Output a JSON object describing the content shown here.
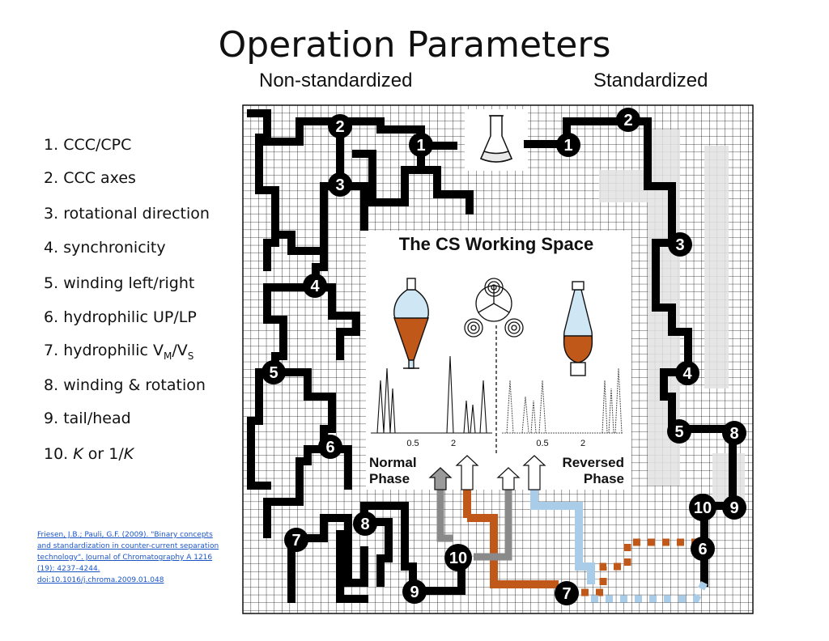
{
  "title": "Operation Parameters",
  "columns": {
    "left": "Non-standardized",
    "right": "Standardized"
  },
  "parameters": [
    {
      "num": "1.",
      "text": "CCC/CPC"
    },
    {
      "num": "2.",
      "text": "CCC axes"
    },
    {
      "num": "3.",
      "text": "rotational direction"
    },
    {
      "num": "4.",
      "text": "synchronicity"
    },
    {
      "num": "5.",
      "text": "winding left/right"
    },
    {
      "num": "6.",
      "text": "hydrophilic UP/LP"
    },
    {
      "num": "7.",
      "text": "hydrophilic V",
      "sub1": "M",
      "mid": "/V",
      "sub2": "S"
    },
    {
      "num": "8.",
      "text": "winding & rotation"
    },
    {
      "num": "9.",
      "text": "tail/head"
    },
    {
      "num": "10.",
      "k": "K",
      "or": "or 1/",
      "k2": "K"
    }
  ],
  "citation": "Friesen, J.B.; Pauli, G.F. (2009). \"Binary concepts and standardization in counter-current separation technology\". Journal of Chromatography A 1216 (19): 4237–4244. doi:10.1016/j.chroma.2009.01.048",
  "center_box": {
    "title": "The CS Working Space",
    "normal_phase": [
      "Normal",
      "Phase"
    ],
    "reversed_phase": [
      "Reversed",
      "Phase"
    ],
    "tick_labels_left": [
      "0.5",
      "2"
    ],
    "tick_labels_right": [
      "0.5",
      "2"
    ]
  },
  "nodes": {
    "left": [
      "1",
      "2",
      "3",
      "4",
      "5",
      "6",
      "7",
      "8",
      "9",
      "10"
    ],
    "right": [
      "1",
      "2",
      "3",
      "4",
      "5",
      "6",
      "7",
      "8",
      "9",
      "10"
    ]
  },
  "colors": {
    "path": "#000000",
    "grid": "#111111",
    "orange": "#c0581a",
    "light_blue": "#a9cde8",
    "gray": "#8a8a8a",
    "flask_blue": "#cfe6f5",
    "flask_orange": "#c0581a"
  }
}
